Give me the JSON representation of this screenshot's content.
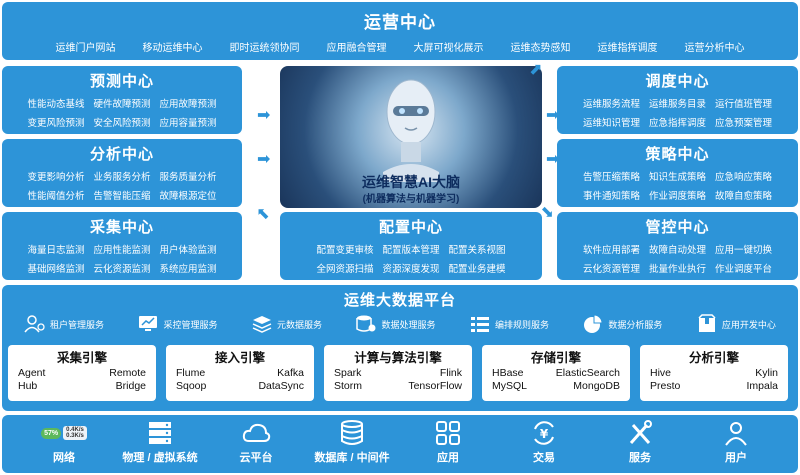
{
  "ops_center": {
    "title": "运营中心",
    "items": [
      "运维门户网站",
      "移动运维中心",
      "即时运统领协同",
      "应用融合管理",
      "大屏可视化展示",
      "运维态势感知",
      "运维指挥调度",
      "运营分析中心"
    ]
  },
  "predict_center": {
    "title": "预测中心",
    "items": [
      "性能动态基线",
      "硬件故障预测",
      "应用故障预测",
      "变更风险预测",
      "安全风险预测",
      "应用容量预测"
    ]
  },
  "analysis_center": {
    "title": "分析中心",
    "items": [
      "变更影响分析",
      "业务服务分析",
      "服务质量分析",
      "性能阈值分析",
      "告警智能压缩",
      "故障根源定位"
    ]
  },
  "collect_center": {
    "title": "采集中心",
    "items": [
      "海量日志监测",
      "应用性能监测",
      "用户体验监测",
      "基础网络监测",
      "云化资源监测",
      "系统应用监测"
    ]
  },
  "dispatch_center": {
    "title": "调度中心",
    "items": [
      "运维服务流程",
      "运维服务目录",
      "运行值班管理",
      "运维知识管理",
      "应急指挥调度",
      "应急预案管理"
    ]
  },
  "strategy_center": {
    "title": "策略中心",
    "items": [
      "告警压缩策略",
      "知识生成策略",
      "应急响应策略",
      "事件通知策略",
      "作业调度策略",
      "故障自愈策略"
    ]
  },
  "control_center": {
    "title": "管控中心",
    "items": [
      "软件应用部署",
      "故障自动处理",
      "应用一键切换",
      "云化资源管理",
      "批量作业执行",
      "作业调度平台"
    ]
  },
  "config_center": {
    "title": "配置中心",
    "items": [
      "配置变更审核",
      "配置版本管理",
      "配置关系视图",
      "全网资源扫描",
      "资源深度发现",
      "配置业务建模"
    ]
  },
  "ai_brain": {
    "title": "运维智慧AI大脑",
    "subtitle": "(机器算法与机器学习)"
  },
  "bigdata": {
    "title": "运维大数据平台",
    "services": [
      {
        "label": "租户管理服务",
        "icon": "users-gear-icon"
      },
      {
        "label": "采控管理服务",
        "icon": "monitor-control-icon"
      },
      {
        "label": "元数据服务",
        "icon": "layers-icon"
      },
      {
        "label": "数据处理服务",
        "icon": "database-gear-icon"
      },
      {
        "label": "编排规则服务",
        "icon": "list-rules-icon"
      },
      {
        "label": "数据分析服务",
        "icon": "pie-chart-icon"
      },
      {
        "label": "应用开发中心",
        "icon": "package-icon"
      }
    ],
    "engines": [
      {
        "title": "采集引擎",
        "items": [
          "Agent",
          "Remote",
          "Hub",
          "Bridge"
        ]
      },
      {
        "title": "接入引擎",
        "items": [
          "Flume",
          "Kafka",
          "Sqoop",
          "DataSync"
        ]
      },
      {
        "title": "计算与算法引擎",
        "items": [
          "Spark",
          "Flink",
          "Storm",
          "TensorFlow"
        ]
      },
      {
        "title": "存储引擎",
        "items": [
          "HBase",
          "ElasticSearch",
          "MySQL",
          "MongoDB"
        ]
      },
      {
        "title": "分析引擎",
        "items": [
          "Hive",
          "Kylin",
          "Presto",
          "Impala"
        ]
      }
    ]
  },
  "infra": {
    "network_widget": {
      "percent": "57%",
      "up": "0.4K/s",
      "down": "0.3K/s"
    },
    "items": [
      {
        "label": "网络",
        "icon": "network-speed-icon"
      },
      {
        "label": "物理 / 虚拟系统",
        "icon": "server-icon"
      },
      {
        "label": "云平台",
        "icon": "cloud-icon"
      },
      {
        "label": "数据库 / 中间件",
        "icon": "database-icon"
      },
      {
        "label": "应用",
        "icon": "apps-grid-icon"
      },
      {
        "label": "交易",
        "icon": "yen-cycle-icon"
      },
      {
        "label": "服务",
        "icon": "tools-icon"
      },
      {
        "label": "用户",
        "icon": "user-icon"
      }
    ]
  },
  "colors": {
    "panel": "#2d94d8",
    "brain_text": "#0d2c5e"
  }
}
